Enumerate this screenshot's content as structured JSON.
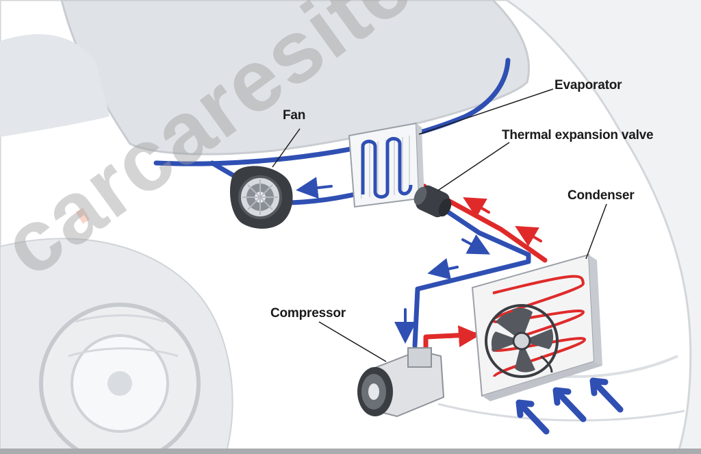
{
  "labels": {
    "fan": "Fan",
    "evaporator": "Evaporator",
    "thermal_expansion_valve": "Thermal expansion valve",
    "condenser": "Condenser",
    "compressor": "Compressor"
  },
  "watermark": "carcaresite.com",
  "colors": {
    "cold_line": "#2f4fb3",
    "hot_line": "#e02a2a",
    "car_body": "#ffffff",
    "background": "#f1f2f4"
  }
}
